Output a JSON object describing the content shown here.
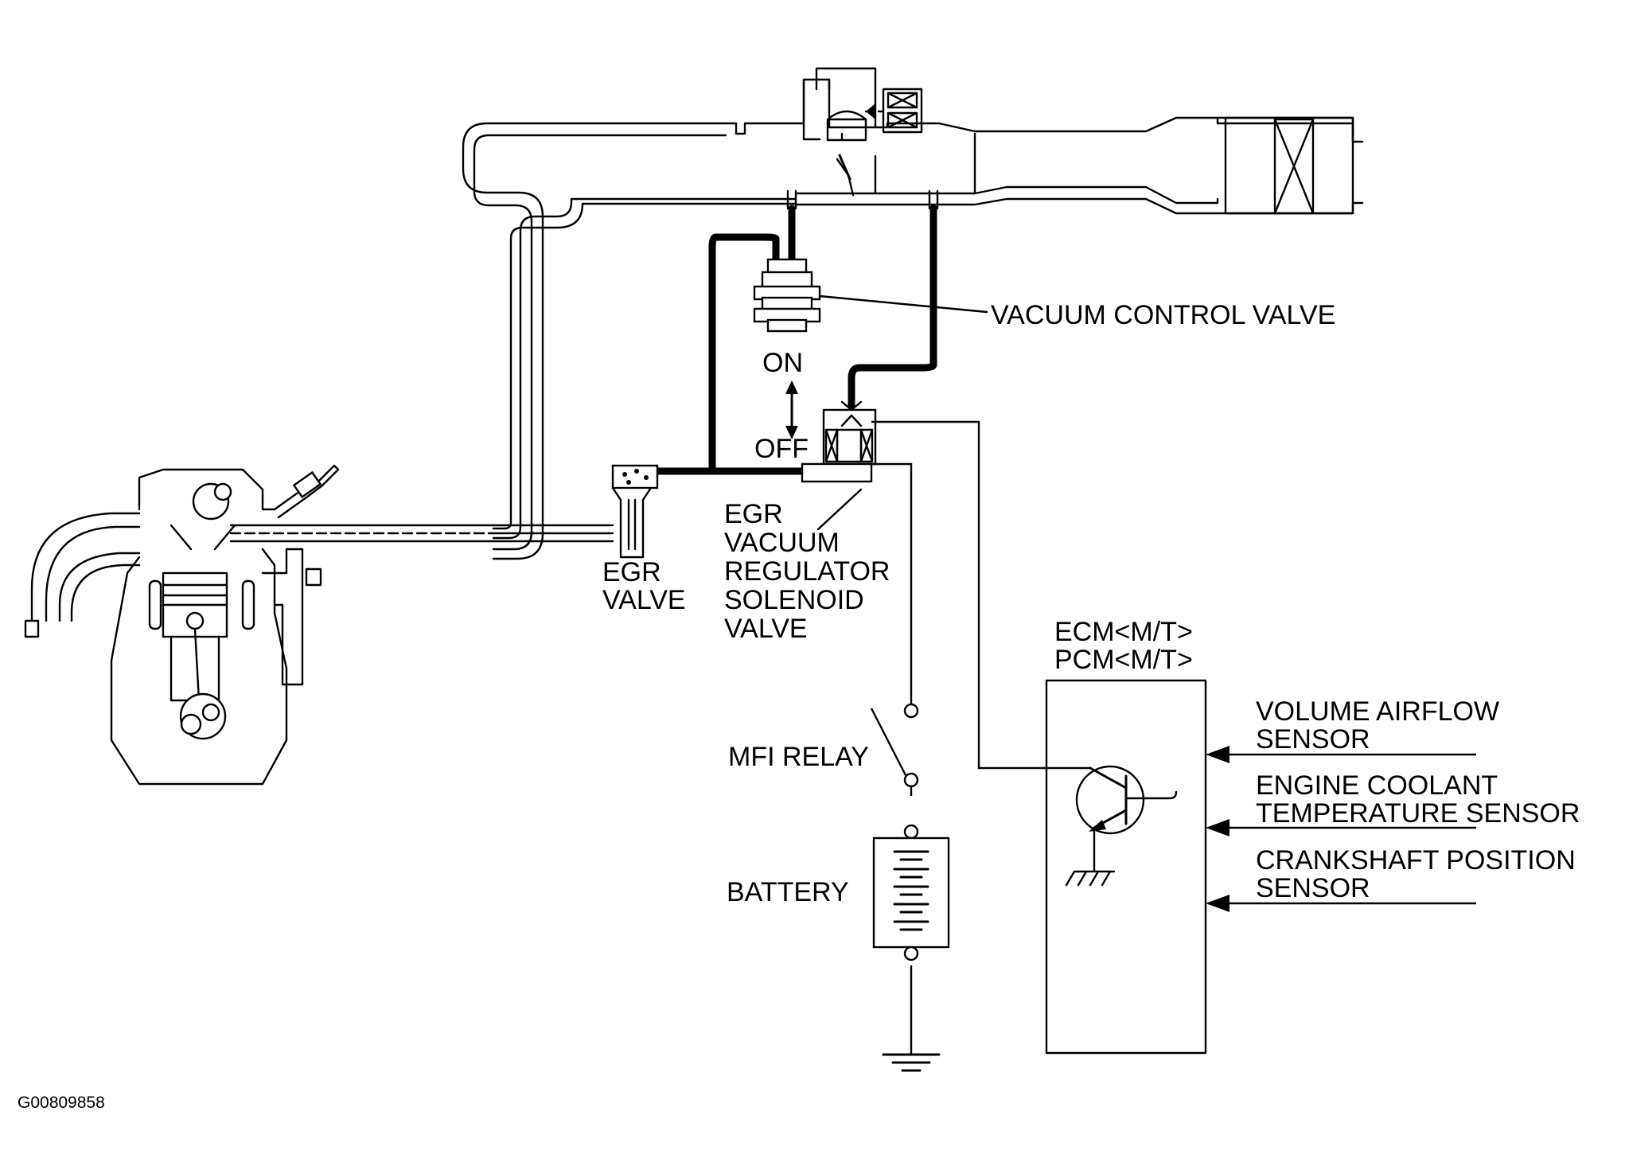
{
  "figure_code": "G00809858",
  "labels": {
    "vacuum_control_valve": "VACUUM CONTROL VALVE",
    "on": "ON",
    "off": "OFF",
    "egr_vacuum_regulator": [
      "EGR",
      "VACUUM",
      "REGULATOR",
      "SOLENOID",
      "VALVE"
    ],
    "egr_valve": [
      "EGR",
      "VALVE"
    ],
    "ecm_pcm": [
      "ECM<M/T>",
      "PCM<M/T>"
    ],
    "mfi_relay": "MFI RELAY",
    "battery": "BATTERY",
    "sensors": [
      [
        "VOLUME AIRFLOW",
        "SENSOR"
      ],
      [
        "ENGINE COOLANT",
        "TEMPERATURE SENSOR"
      ],
      [
        "CRANKSHAFT POSITION",
        "SENSOR"
      ]
    ]
  }
}
